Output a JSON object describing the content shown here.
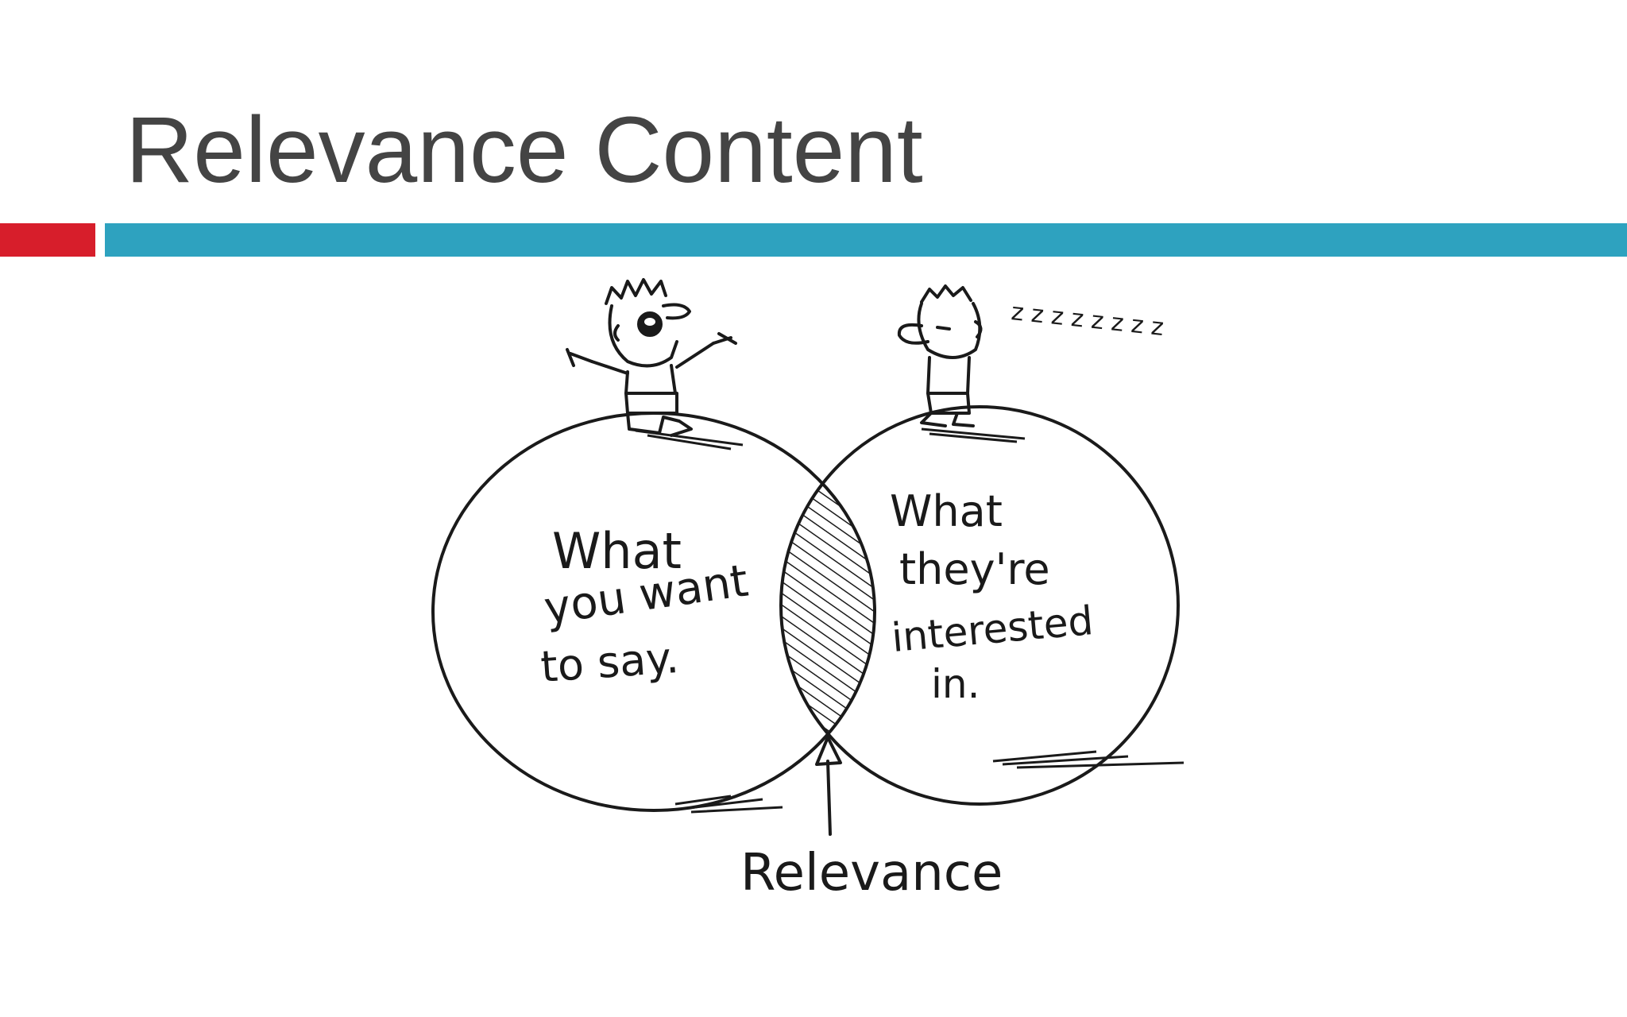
{
  "slide": {
    "title": "Relevance Content"
  },
  "diagram": {
    "left_circle_lines": [
      "What",
      "you want",
      "to say."
    ],
    "right_circle_lines": [
      "What",
      "they're",
      "interested",
      "in."
    ],
    "sleep_text": "z z z z z z z z",
    "pointer_label": "Relevance"
  },
  "colors": {
    "title": "#444444",
    "accent_red": "#d71e2b",
    "accent_teal": "#2ea2bf",
    "ink": "#1a1a1a"
  }
}
